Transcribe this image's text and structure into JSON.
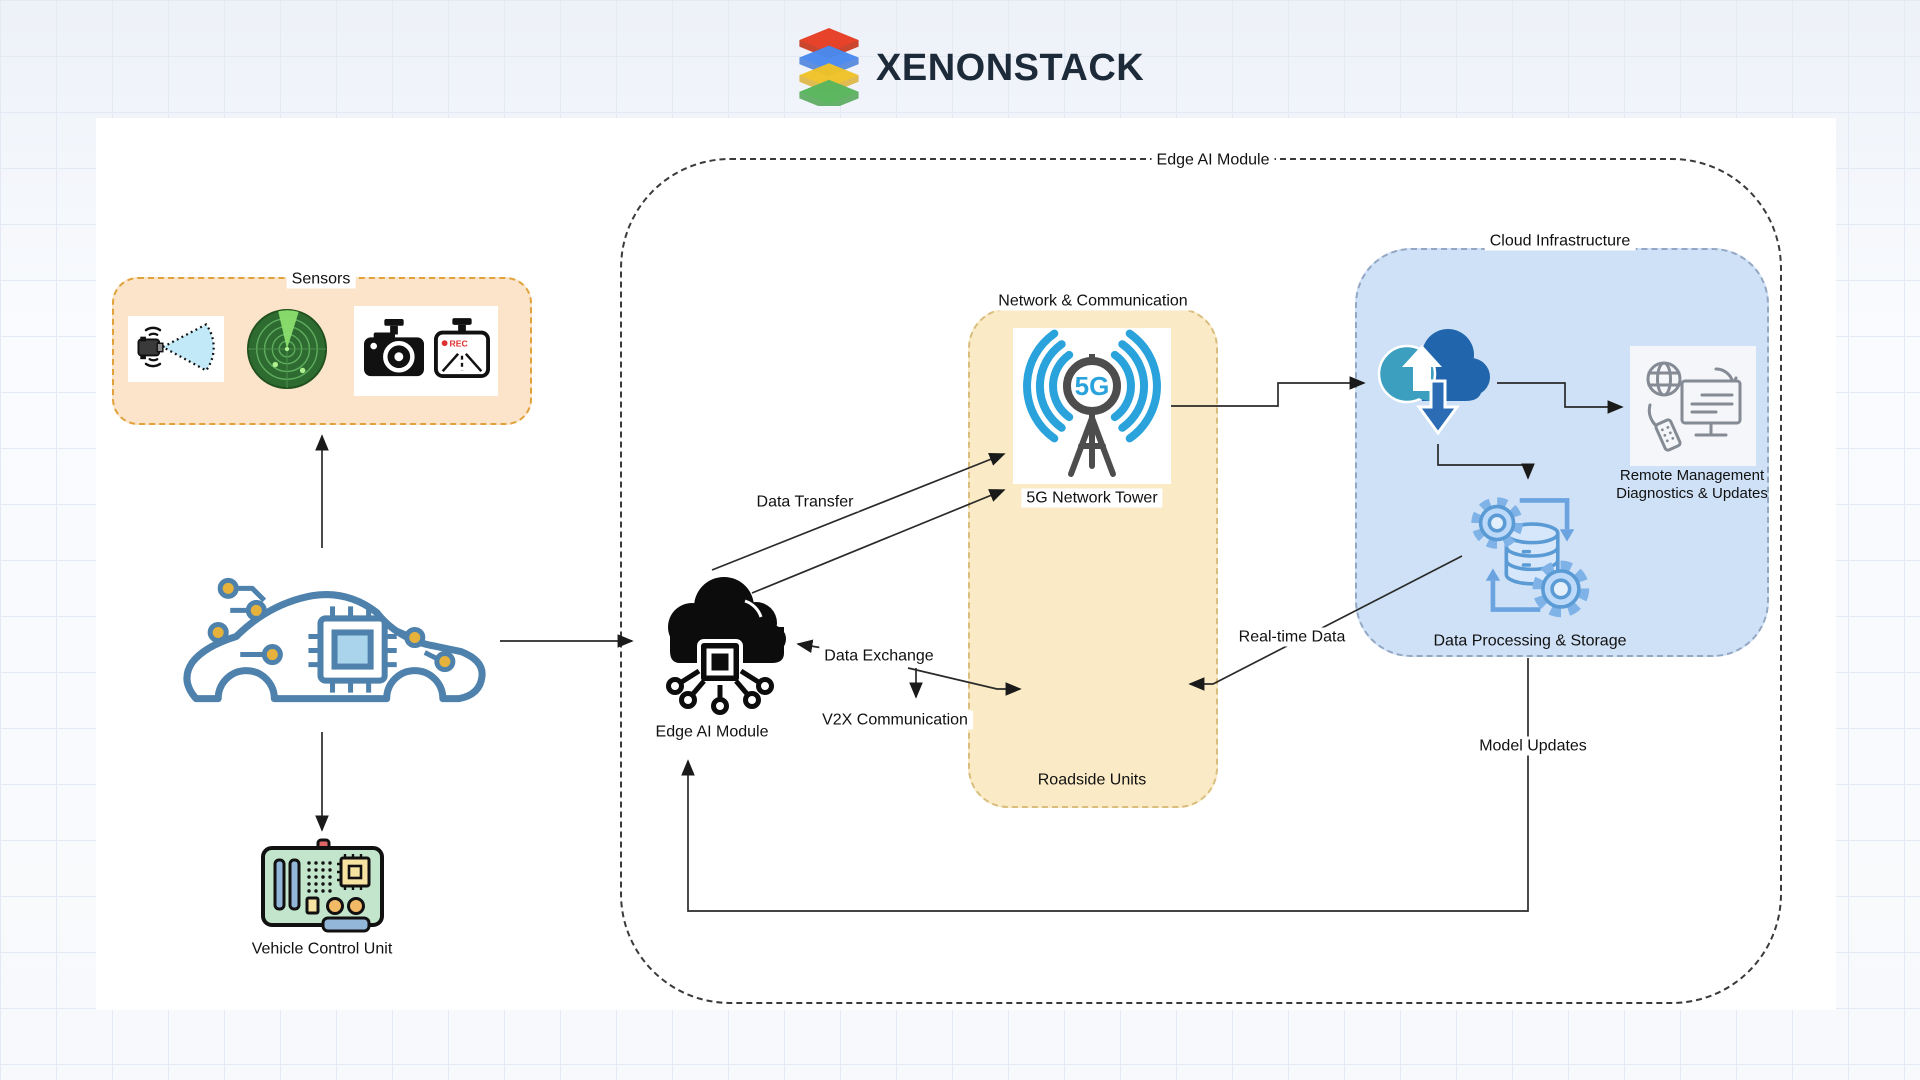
{
  "brand": {
    "name": "XENONSTACK"
  },
  "colors": {
    "logo_red": "#e8432a",
    "logo_blue": "#4b8df2",
    "logo_yellow": "#f2c528",
    "logo_green": "#5cb85f",
    "brand_text": "#1d2a39",
    "sensors_box_fill": "#fbe4ca",
    "sensors_box_border": "#e2a23b",
    "network_box_fill": "#faeac5",
    "network_box_border": "#d8bd7c",
    "cloud_box_fill": "#cfe1f6",
    "cloud_box_border": "#93a7c4",
    "car_stroke": "#4e81ab",
    "circuit_node_yellow": "#e6b23c",
    "tower_blue": "#2aa3dc",
    "tower_dark": "#4d4d4d",
    "cloud_sync_teal": "#3d9fc0",
    "cloud_sync_dark_blue": "#2166ac",
    "gear_fill": "#bcd9f9",
    "gear_stroke": "#5b9bd5",
    "arrow_color": "#1a1a1a",
    "radar_green": "#2e6b30",
    "rec_red": "#e03131"
  },
  "outer": {
    "label": "Edge AI Module"
  },
  "sensors": {
    "label": "Sensors",
    "rec_text": "REC"
  },
  "vehicle": {
    "vcu_label": "Vehicle Control Unit"
  },
  "edge_module": {
    "label": "Edge AI Module"
  },
  "network": {
    "label": "Network & Communication",
    "tower_badge": "5G",
    "tower_label": "5G Network Tower",
    "roadside_label": "Roadside Units"
  },
  "cloud_infra": {
    "label": "Cloud Infrastructure",
    "remote_line1": "Remote Management",
    "remote_line2": "Diagnostics & Updates",
    "processing_label": "Data Processing & Storage"
  },
  "flows": {
    "data_transfer": "Data Transfer",
    "data_exchange": "Data Exchange",
    "v2x": "V2X Communication",
    "realtime": "Real-time Data",
    "model_updates": "Model Updates"
  }
}
